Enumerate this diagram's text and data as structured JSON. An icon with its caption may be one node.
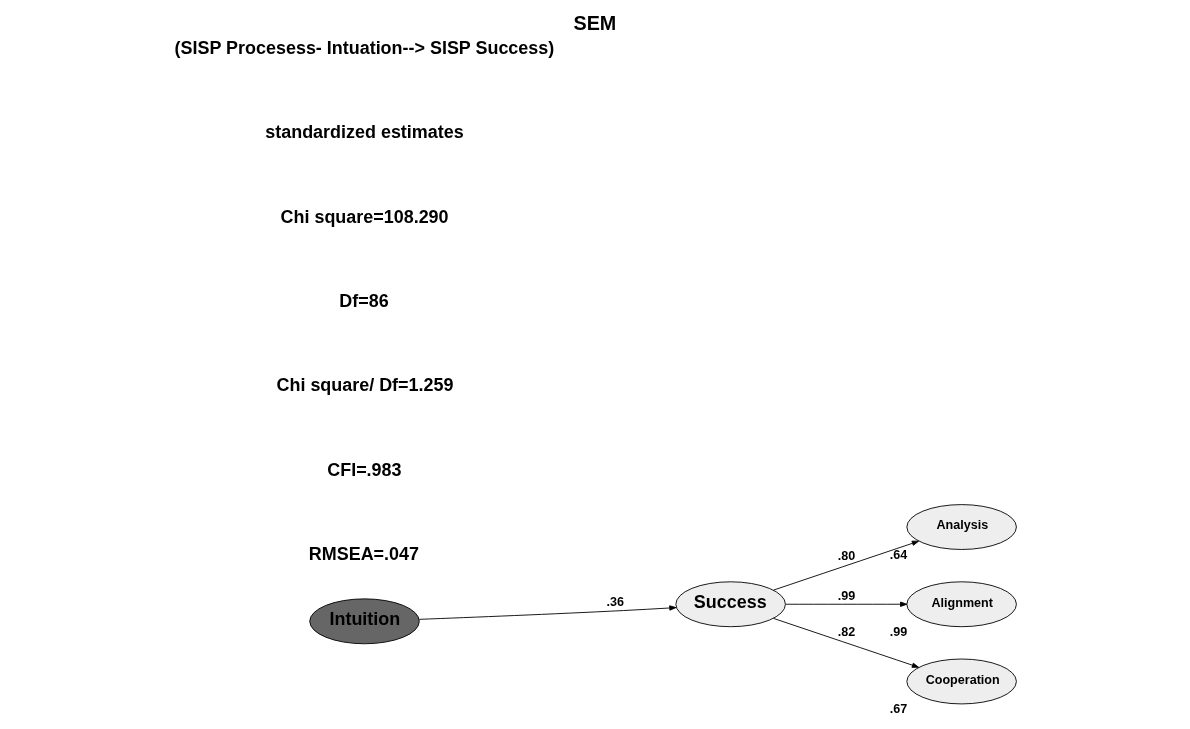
{
  "diagram": {
    "title": "SEM",
    "nodes": [
      {
        "text": [
          "Intuition"
        ]
      },
      {
        "text": [
          "Success"
        ]
      },
      {
        "text": [
          "Analysis"
        ],
        "beside": [
          ".64"
        ]
      },
      {
        "text": [
          "Alignment"
        ],
        "beside": [
          ".99"
        ]
      },
      {
        "text": [
          "Cooperation"
        ],
        "beside": [
          ".67"
        ]
      }
    ],
    "edges": [
      {
        "from": 0,
        "to": 1,
        "arrow": "to",
        "label": ".36"
      },
      {
        "from": 1,
        "to": 2,
        "arrow": "to",
        "label": ".80"
      },
      {
        "from": 1,
        "to": 3,
        "arrow": "to",
        "label": ".99"
      },
      {
        "from": 1,
        "to": 4,
        "arrow": "to",
        "label": ".82"
      }
    ],
    "labels": [
      "(SISP Procesess- Intuation--> SISP Success)",
      "standardized estimates",
      "Chi square=108.290",
      "Df=86",
      "Chi square/ Df=1.259",
      "CFI=.983",
      "RMSEA=.047"
    ]
  }
}
